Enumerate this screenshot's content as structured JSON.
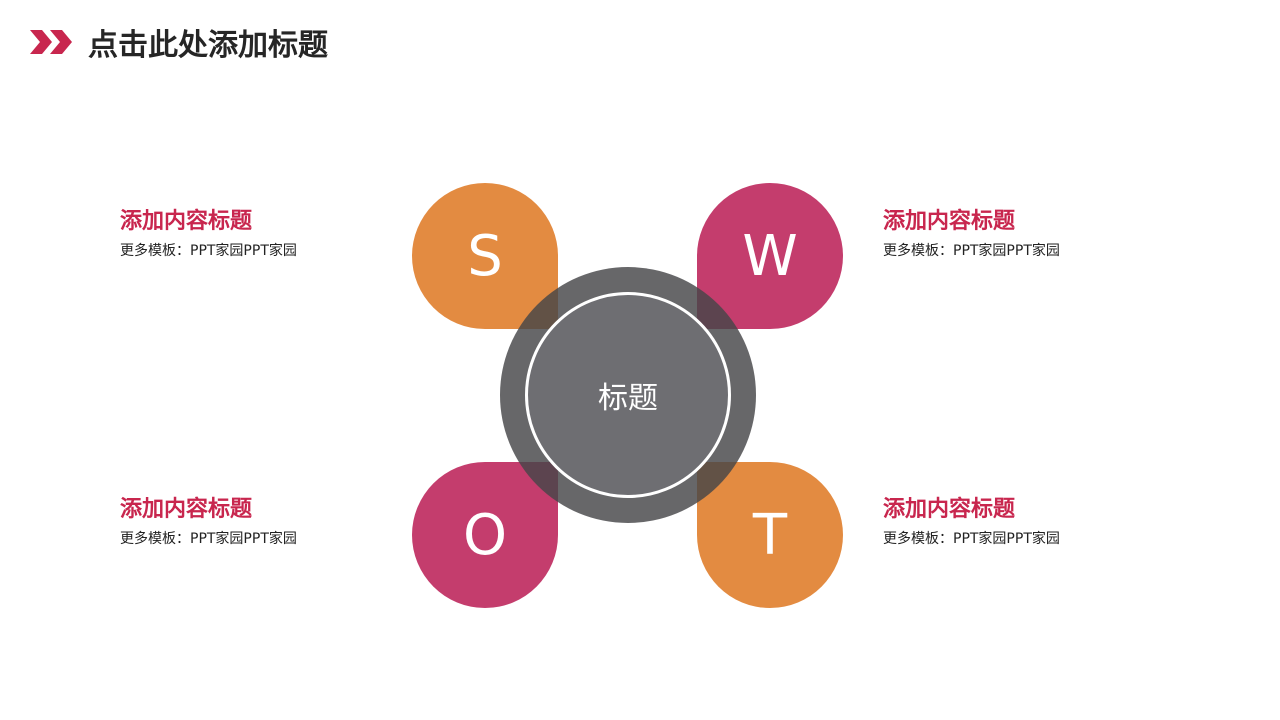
{
  "header": {
    "title": "点击此处添加标题",
    "icon": "double-chevron-right-icon",
    "accent_color": "#c8264e"
  },
  "diagram": {
    "center_label": "标题",
    "petals": [
      {
        "letter": "S",
        "position": "top-left",
        "color": "#e38b41"
      },
      {
        "letter": "W",
        "position": "top-right",
        "color": "#c43d6d"
      },
      {
        "letter": "O",
        "position": "bottom-left",
        "color": "#c43d6d"
      },
      {
        "letter": "T",
        "position": "bottom-right",
        "color": "#e38b41"
      }
    ]
  },
  "items": [
    {
      "title": "添加内容标题",
      "desc": "更多模板：PPT家园PPT家园"
    },
    {
      "title": "添加内容标题",
      "desc": "更多模板：PPT家园PPT家园"
    },
    {
      "title": "添加内容标题",
      "desc": "更多模板：PPT家园PPT家园"
    },
    {
      "title": "添加内容标题",
      "desc": "更多模板：PPT家园PPT家园"
    }
  ]
}
